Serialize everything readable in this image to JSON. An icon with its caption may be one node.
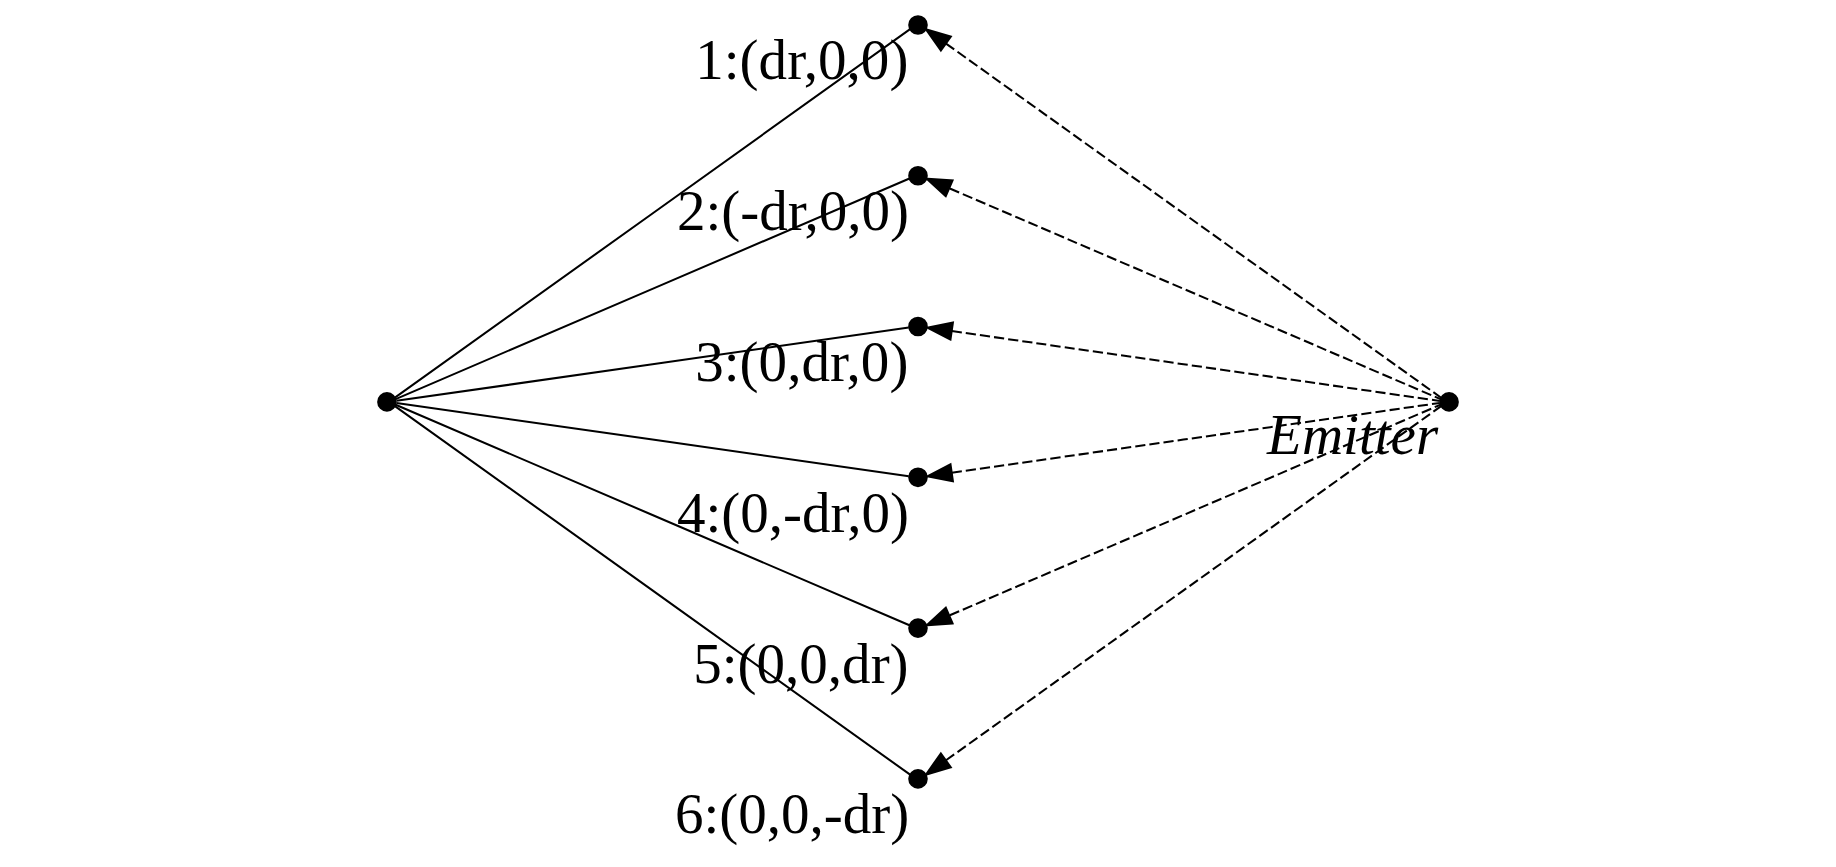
{
  "diagram": {
    "nodes": [
      {
        "text": [],
        "shape": "circle"
      },
      {
        "text": [],
        "shape": "circle",
        "beside": [
          "1:(dr,0,0)"
        ]
      },
      {
        "text": [],
        "shape": "circle",
        "beside": [
          "2:(-dr,0,0)"
        ]
      },
      {
        "text": [],
        "shape": "circle",
        "beside": [
          "3:(0,dr,0)"
        ]
      },
      {
        "text": [],
        "shape": "circle",
        "beside": [
          "4:(0,-dr,0)"
        ]
      },
      {
        "text": [],
        "shape": "circle",
        "beside": [
          "5:(0,0,dr)"
        ]
      },
      {
        "text": [],
        "shape": "circle",
        "beside": [
          "6:(0,0,-dr)"
        ]
      },
      {
        "text": [],
        "shape": "circle",
        "beside": [
          "Emitter"
        ]
      }
    ],
    "edges": [
      {
        "from": 0,
        "to": 1,
        "arrow": "none"
      },
      {
        "from": 0,
        "to": 2,
        "arrow": "none"
      },
      {
        "from": 0,
        "to": 3,
        "arrow": "none"
      },
      {
        "from": 0,
        "to": 4,
        "arrow": "none"
      },
      {
        "from": 0,
        "to": 5,
        "arrow": "none"
      },
      {
        "from": 0,
        "to": 6,
        "arrow": "none"
      },
      {
        "from": 7,
        "to": 5,
        "arrow": "to",
        "style": "dashed"
      },
      {
        "from": 7,
        "to": 3,
        "arrow": "to",
        "style": "dashed"
      },
      {
        "from": 7,
        "to": 2,
        "arrow": "to",
        "style": "dashed"
      },
      {
        "from": 7,
        "to": 1,
        "arrow": "to",
        "style": "dashed"
      },
      {
        "from": 7,
        "to": 4,
        "arrow": "to",
        "style": "dashed"
      },
      {
        "from": 7,
        "to": 6,
        "arrow": "to",
        "style": "dashed"
      }
    ]
  }
}
